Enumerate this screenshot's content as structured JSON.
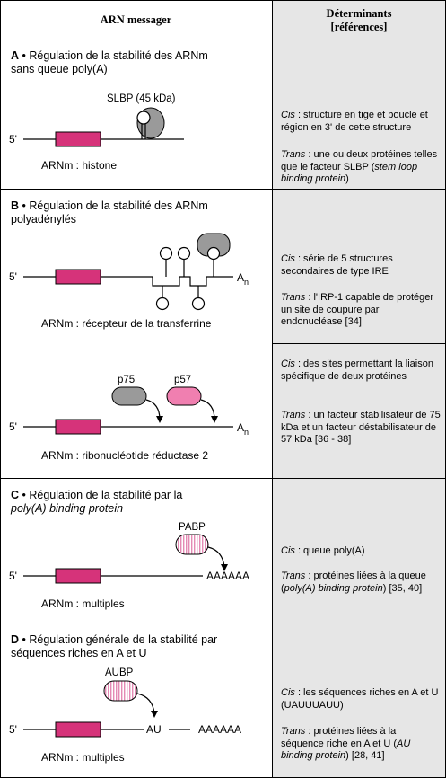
{
  "header": {
    "col1": "ARN messager",
    "col2_line1": "Déterminants",
    "col2_line2": "[références]"
  },
  "sections": {
    "A": {
      "letter": "A",
      "title1": " • Régulation de la stabilité des ARNm",
      "title2": "sans queue poly(A)",
      "protein": "SLBP (45 kDa)",
      "five_prime": "5'",
      "caption": "ARNm : histone",
      "cis_label": "Cis",
      "cis_text": " : structure en tige et boucle et région en 3' de cette structure",
      "trans_label": "Trans",
      "trans_text1": " : une ou deux protéines telles que le facteur SLBP (",
      "trans_italic": "stem loop binding protein",
      "trans_text2": ")"
    },
    "B": {
      "letter": "B",
      "title1": " • Régulation de la stabilité des ARNm",
      "title2": "polyadénylés",
      "five_prime": "5'",
      "tail": "A",
      "tail_sub": "n",
      "caption1": "ARNm : récepteur de la transferrine",
      "cis1_label": "Cis",
      "cis1_text": " : série de 5 structures secondaires de type IRE",
      "trans1_label": "Trans",
      "trans1_text": " : l'IRP-1 capable de protéger un site de coupure par endonucléase [34]",
      "protein_a": "p75",
      "protein_b": "p57",
      "five_prime2": "5'",
      "tail2": "A",
      "tail2_sub": "n",
      "caption2": "ARNm : ribonucléotide réductase 2",
      "cis2_label": "Cis",
      "cis2_text": " : des sites permettant la liaison spécifique de deux protéines",
      "trans2_label": "Trans",
      "trans2_text": " : un facteur stabilisateur de 75 kDa et un facteur déstabilisateur de 57 kDa [36 - 38]"
    },
    "C": {
      "letter": "C",
      "title1": " • Régulation de la stabilité par la",
      "title2_italic": "poly(A) binding protein",
      "protein": "PABP",
      "five_prime": "5'",
      "tail": "AAAAAA",
      "caption": "ARNm : multiples",
      "cis_label": "Cis",
      "cis_text": " : queue poly(A)",
      "trans_label": "Trans",
      "trans_text1": " : protéines liées à la queue (",
      "trans_italic": "poly(A) binding protein",
      "trans_text2": ") [35, 40]"
    },
    "D": {
      "letter": "D",
      "title1": " • Régulation générale de la stabilité par",
      "title2": "séquences riches en A et U",
      "protein": "AUBP",
      "five_prime": "5'",
      "au": "AU",
      "tail": "AAAAAA",
      "caption": "ARNm : multiples",
      "cis_label": "Cis",
      "cis_text": " : les séquences riches en A et U (UAUUUAUU)",
      "trans_label": "Trans",
      "trans_text1": " : protéines liées à la séquence riche en A et U (",
      "trans_italic": "AU binding protein",
      "trans_text2": ") [28, 41]"
    }
  },
  "colors": {
    "coding_region": "#d6337a",
    "coding_border": "#000000",
    "grey_protein": "#9a9a9a",
    "pink_protein": "#f07fb0",
    "striped_protein": "#f5c6dc",
    "panel_grey": "#e6e6e6"
  }
}
